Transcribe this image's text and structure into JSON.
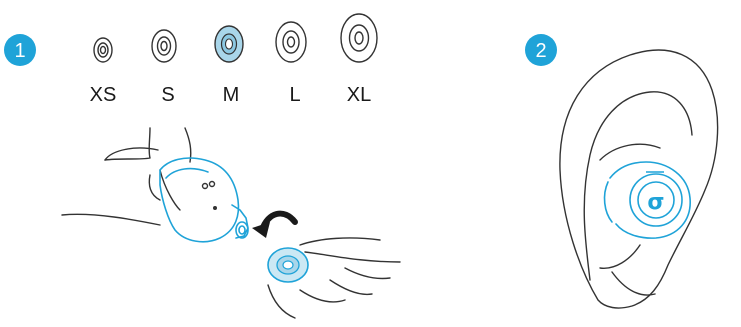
{
  "accent_color": "#1fa3d8",
  "steps": [
    {
      "number": "1"
    },
    {
      "number": "2"
    }
  ],
  "ear_tip_sizes": [
    {
      "label": "XS",
      "selected": false
    },
    {
      "label": "S",
      "selected": false
    },
    {
      "label": "M",
      "selected": true
    },
    {
      "label": "L",
      "selected": false
    },
    {
      "label": "XL",
      "selected": false
    }
  ],
  "earbud_logo_glyph": "σ",
  "icons": [
    "ear-tip-icon",
    "earbud-icon",
    "hand-icon",
    "ear-icon",
    "curved-arrow-icon"
  ]
}
